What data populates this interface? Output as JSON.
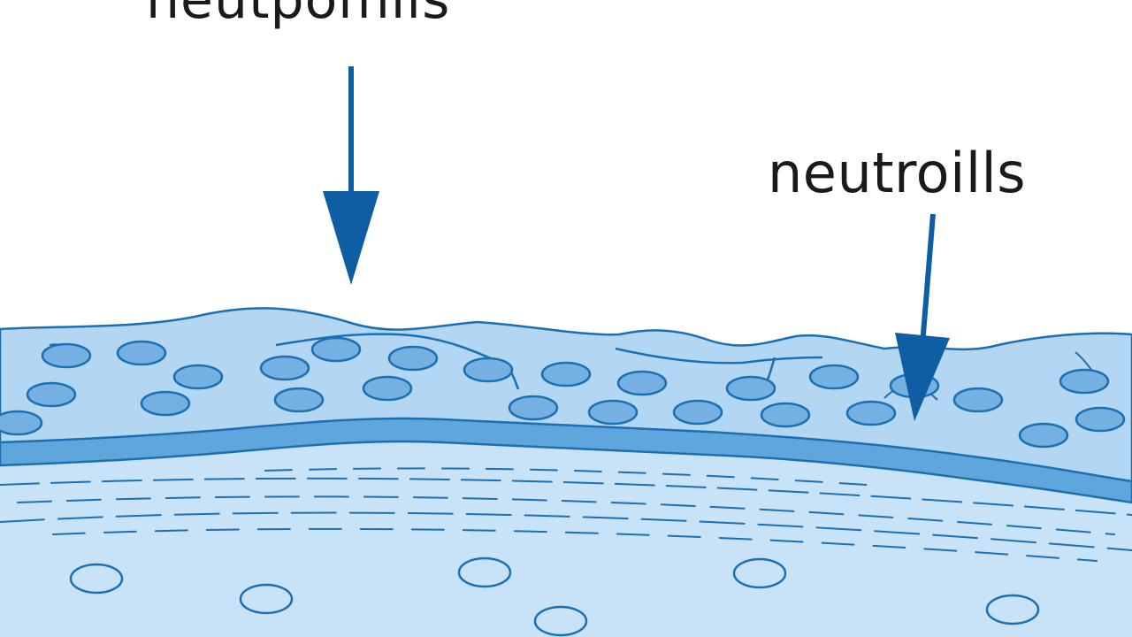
{
  "labels": {
    "top": "neutpomils",
    "right": "neutroills"
  },
  "colors": {
    "background": "#ffffff",
    "upper_layer": "#b3d6f2",
    "membrane": "#5ea6dc",
    "lower_tissue": "#c8e2f7",
    "cell_fill": "#74b1e2",
    "outline": "#1b6fb3",
    "arrow": "#0f5ea3",
    "text": "#1a1a1a"
  },
  "icons": {
    "arrows": "down-arrow-icon",
    "cells": "neutrophil-cell"
  }
}
